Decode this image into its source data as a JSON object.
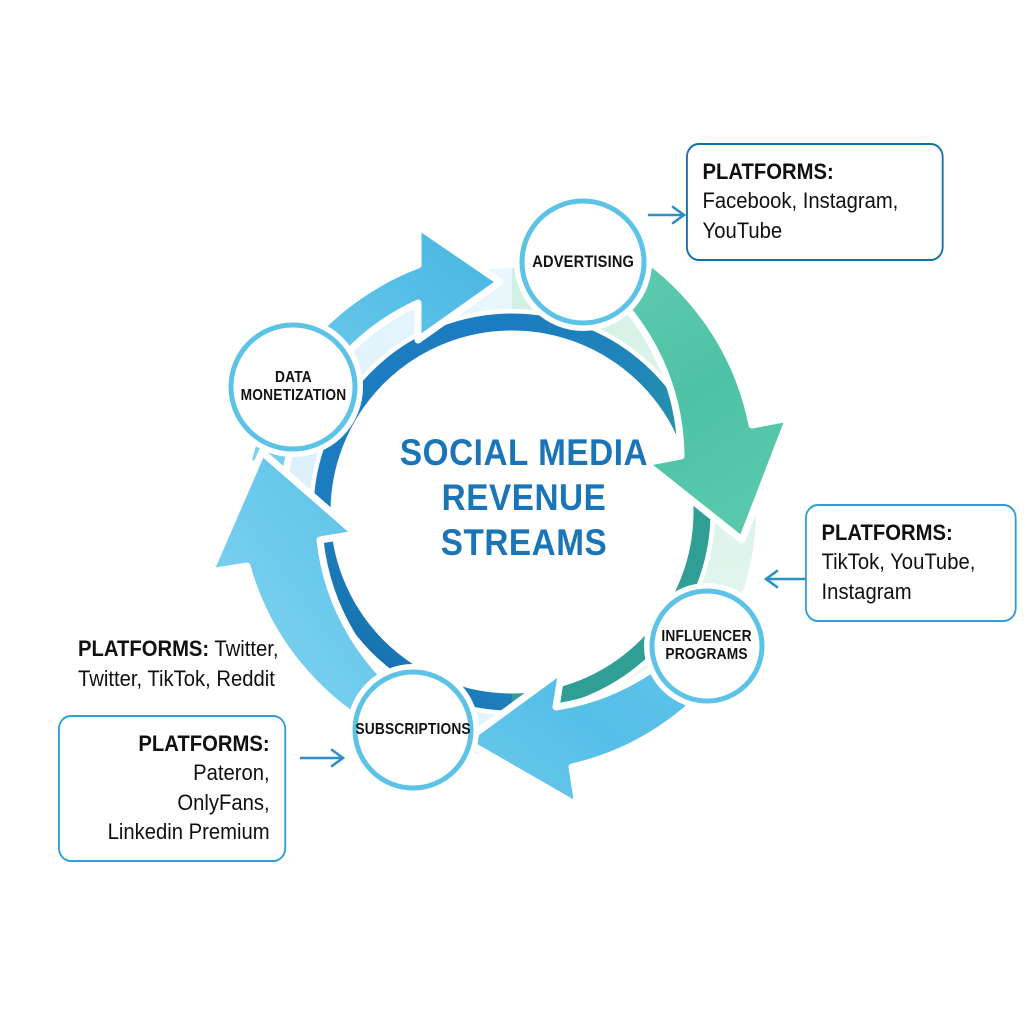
{
  "diagram": {
    "title": "SOCIAL MEDIA\nREVENUE STREAMS",
    "accent_blue": "#1a74b8",
    "ring_blue": "#1b7cc0",
    "ring_teal": "#2f9f9a",
    "arrow_blue": "#55bfe8",
    "arrow_green": "#5bc9ab",
    "box_border": "#2e9ed4",
    "nodes": [
      {
        "id": "advertising",
        "label": "ADVERTISING"
      },
      {
        "id": "influencer-programs",
        "label": "INFLUENCER\nPROGRAMS"
      },
      {
        "id": "subscriptions",
        "label": "SUBSCRIPTIONS"
      },
      {
        "id": "data-monetization",
        "label": "DATA\nMONETIZATION"
      }
    ],
    "callouts": [
      {
        "id": "advertising-platforms",
        "lead": "PLATFORMS:",
        "body": "Facebook, Instagram,\nYouTube",
        "align": "left",
        "boxed": true
      },
      {
        "id": "influencer-platforms",
        "lead": "PLATFORMS:",
        "body": "TikTok, YouTube,\nInstagram",
        "align": "left",
        "boxed": true
      },
      {
        "id": "data-monetization-platforms",
        "lead": "PLATFORMS:",
        "body": " Twitter,\nTwitter, TikTok, Reddit",
        "align": "left",
        "boxed": false
      },
      {
        "id": "subscriptions-platforms",
        "lead": "PLATFORMS:",
        "body": " Pateron,\nOnlyFans,\nLinkedin Premium",
        "align": "right",
        "boxed": true
      }
    ]
  }
}
